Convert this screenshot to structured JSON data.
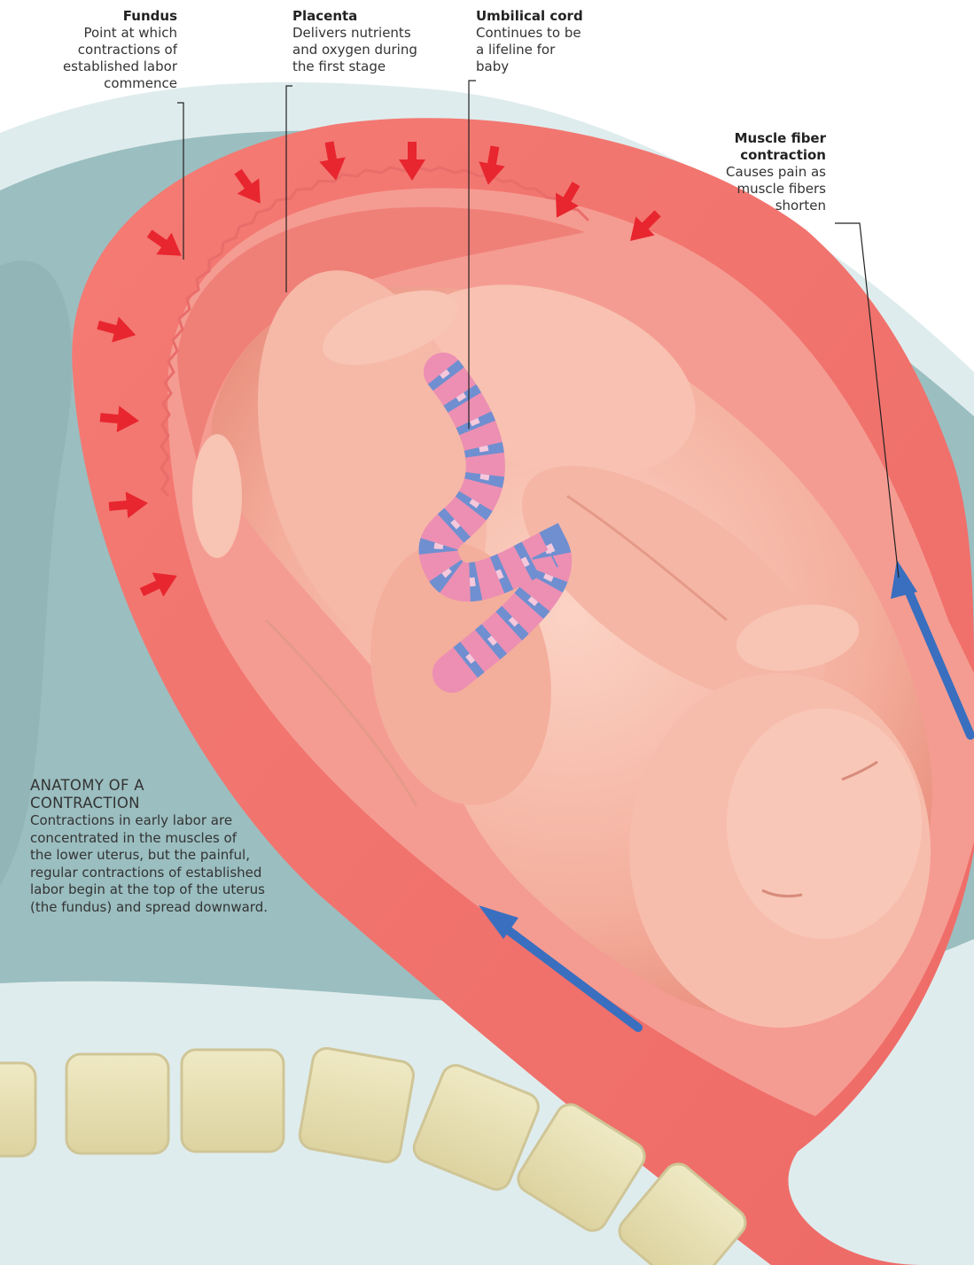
{
  "callouts": {
    "fundus": {
      "title": "Fundus",
      "body": "Point at which\ncontractions of\nestablished labor\ncommence"
    },
    "placenta": {
      "title": "Placenta",
      "body": "Delivers nutrients\nand oxygen during\nthe first stage"
    },
    "umbilical_cord": {
      "title": "Umbilical cord",
      "body": "Continues to be\na lifeline for\nbaby"
    },
    "muscle_fiber": {
      "title": "Muscle fiber\ncontraction",
      "body": "Causes pain as\nmuscle fibers\nshorten"
    }
  },
  "anatomy": {
    "heading": "ANATOMY OF A\nCONTRACTION",
    "text": "Contractions in early labor are\nconcentrated in the muscles of\nthe lower uterus, but the painful,\nregular contractions of established\nlabor begin at the top of the uterus\n(the fundus) and spread downward."
  },
  "colors": {
    "background_teal": "#9bbec0",
    "outer_pale": "#dfeced",
    "uterus_wall": "#f0706e",
    "uterus_inner": "#f59c92",
    "baby_skin": "#f6b7a6",
    "arrow_red": "#e8262f",
    "arrow_blue": "#3a6fbf",
    "vertebra": "#e7e0b4"
  },
  "icons": [
    "contraction-arrow-icon",
    "muscle-direction-arrow-icon"
  ]
}
